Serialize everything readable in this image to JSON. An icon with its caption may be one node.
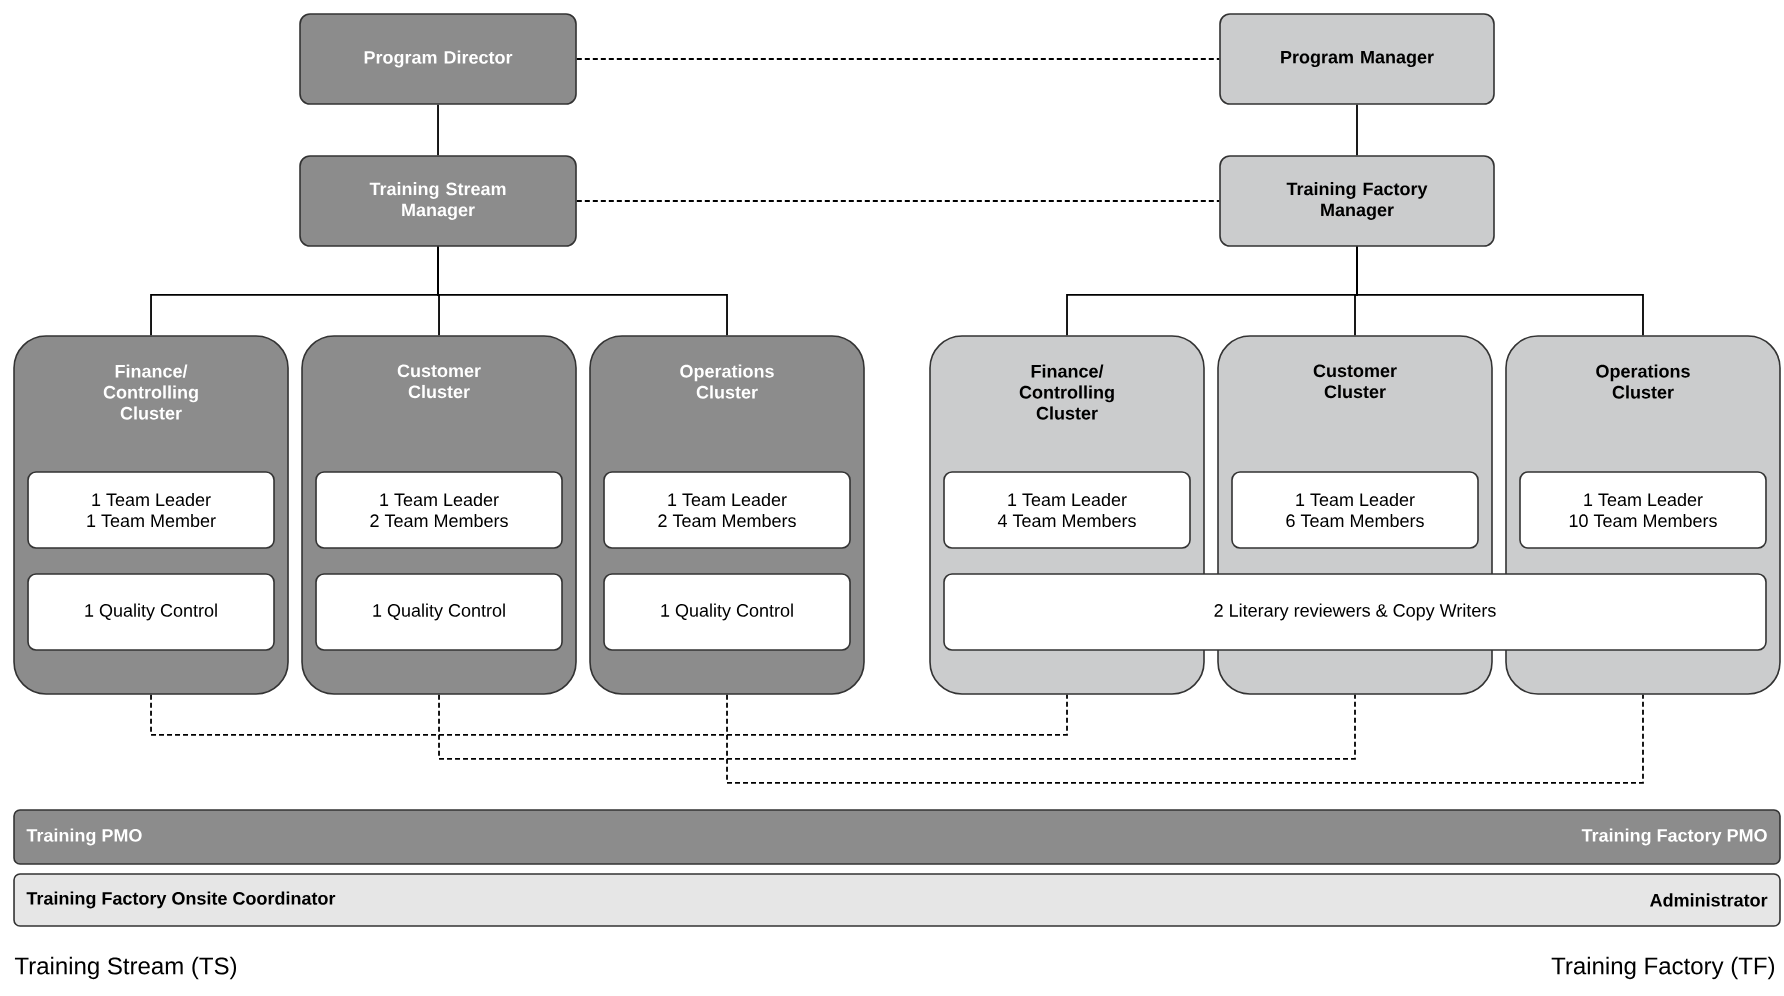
{
  "diagram": {
    "nodes": [
      {
        "text": [
          "Program Director"
        ]
      },
      {
        "text": [
          "Program Manager"
        ]
      },
      {
        "text": [
          "Training Stream Manager"
        ]
      },
      {
        "text": [
          "Training Factory Manager"
        ]
      },
      {
        "text": [
          "Finance/ Controlling Cluster"
        ]
      },
      {
        "text": [
          "1 Team Leader",
          "1 Team Member"
        ],
        "in": 4
      },
      {
        "text": [
          "1 Quality Control"
        ],
        "in": 4
      },
      {
        "text": [
          "Customer Cluster"
        ]
      },
      {
        "text": [
          "1 Team Leader",
          "2 Team Members"
        ],
        "in": 7
      },
      {
        "text": [
          "1 Quality Control"
        ],
        "in": 7
      },
      {
        "text": [
          "Operations Cluster"
        ]
      },
      {
        "text": [
          "1 Team Leader",
          "2 Team Members"
        ],
        "in": 10
      },
      {
        "text": [
          "1 Quality Control"
        ],
        "in": 10
      },
      {
        "text": [
          "Finance/ Controlling Cluster"
        ]
      },
      {
        "text": [
          "1 Team Leader",
          "4 Team Members"
        ],
        "in": 13
      },
      {
        "text": [
          "Customer Cluster"
        ]
      },
      {
        "text": [
          "1 Team Leader",
          "6 Team Members"
        ],
        "in": 15
      },
      {
        "text": [
          "Operations Cluster"
        ]
      },
      {
        "text": [
          "1 Team Leader",
          "10 Team Members"
        ],
        "in": 17
      },
      {
        "text": [
          "2 Literary reviewers & Copy Writers"
        ]
      },
      {
        "text": [
          "Training PMO",
          "Training Factory PMO"
        ]
      },
      {
        "text": [
          "Training Factory Onsite Coordinator",
          "Administrator"
        ]
      }
    ],
    "edges": [
      {
        "from": 0,
        "to": 1,
        "arrow": "none",
        "style": "dashed"
      },
      {
        "from": 0,
        "to": 2,
        "arrow": "none"
      },
      {
        "from": 1,
        "to": 3,
        "arrow": "none"
      },
      {
        "from": 2,
        "to": 3,
        "arrow": "none",
        "style": "dashed"
      },
      {
        "from": 2,
        "to": 4,
        "arrow": "none"
      },
      {
        "from": 2,
        "to": 7,
        "arrow": "none"
      },
      {
        "from": 2,
        "to": 10,
        "arrow": "none"
      },
      {
        "from": 3,
        "to": 13,
        "arrow": "none"
      },
      {
        "from": 3,
        "to": 15,
        "arrow": "none"
      },
      {
        "from": 3,
        "to": 17,
        "arrow": "none"
      },
      {
        "from": 4,
        "to": 13,
        "arrow": "none",
        "style": "dashed"
      },
      {
        "from": 7,
        "to": 15,
        "arrow": "none",
        "style": "dashed"
      },
      {
        "from": 10,
        "to": 17,
        "arrow": "none",
        "style": "dashed"
      }
    ],
    "labels": [
      "Training Stream (TS)",
      "Training Factory (TF)"
    ]
  }
}
